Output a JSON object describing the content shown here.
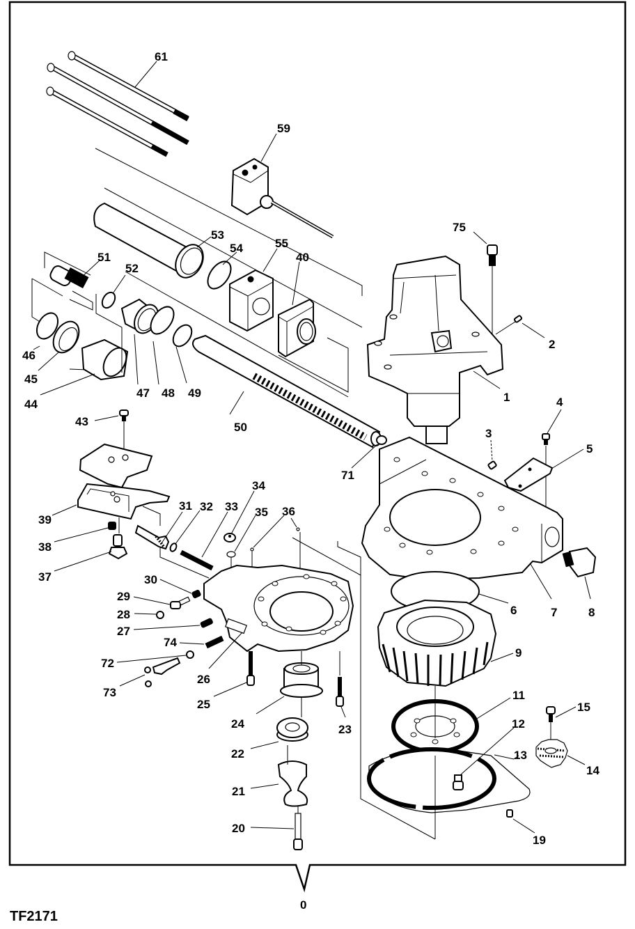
{
  "figure": {
    "reference_id": "TF2171",
    "assembly_callout": "0",
    "colors": {
      "line": "#000000",
      "background": "#ffffff"
    }
  },
  "callouts": {
    "c1": "1",
    "c2": "2",
    "c3": "3",
    "c4": "4",
    "c5": "5",
    "c6": "6",
    "c7": "7",
    "c8": "8",
    "c9": "9",
    "c11": "11",
    "c12": "12",
    "c13": "13",
    "c14": "14",
    "c15": "15",
    "c19": "19",
    "c20": "20",
    "c21": "21",
    "c22": "22",
    "c23": "23",
    "c24": "24",
    "c25": "25",
    "c26": "26",
    "c27": "27",
    "c28": "28",
    "c29": "29",
    "c30": "30",
    "c31": "31",
    "c32": "32",
    "c33": "33",
    "c34": "34",
    "c35": "35",
    "c36": "36",
    "c37": "37",
    "c38": "38",
    "c39": "39",
    "c40": "40",
    "c43": "43",
    "c44": "44",
    "c45": "45",
    "c46": "46",
    "c47": "47",
    "c48": "48",
    "c49": "49",
    "c50": "50",
    "c51": "51",
    "c52": "52",
    "c53": "53",
    "c54": "54",
    "c55": "55",
    "c59": "59",
    "c61": "61",
    "c71": "71",
    "c72": "72",
    "c73": "73",
    "c74": "74",
    "c75": "75"
  }
}
